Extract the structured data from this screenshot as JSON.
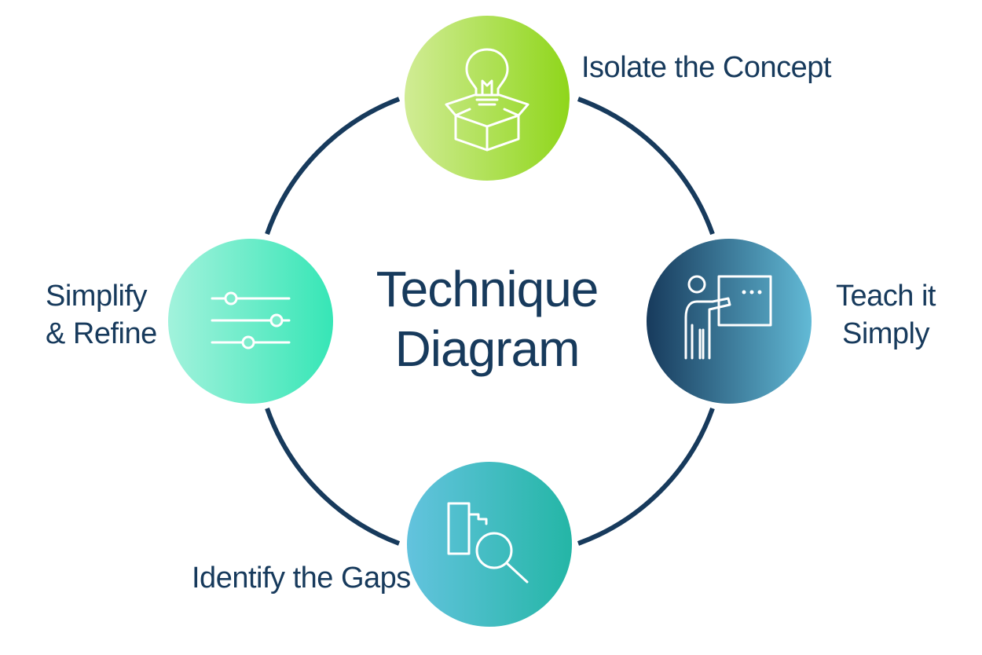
{
  "diagram": {
    "title_line1": "Technique",
    "title_line2": "Diagram",
    "steps": [
      {
        "label_line1": "Isolate the Concept",
        "label_line2": "",
        "icon": "lightbulb-box-icon"
      },
      {
        "label_line1": "Teach it",
        "label_line2": "Simply",
        "icon": "teacher-board-icon"
      },
      {
        "label_line1": "Identify the Gaps",
        "label_line2": "",
        "icon": "magnifier-chart-icon"
      },
      {
        "label_line1": "Simplify",
        "label_line2": "& Refine",
        "icon": "sliders-icon"
      }
    ],
    "colors": {
      "ring": "#173a5c",
      "text": "#173a5c",
      "step1_gradient": [
        "#d1ec95",
        "#8fd61b"
      ],
      "step2_gradient": [
        "#173a5c",
        "#62bad6"
      ],
      "step3_gradient": [
        "#63c3de",
        "#24b6a6"
      ],
      "step4_gradient": [
        "#a2f2dc",
        "#36e6b6"
      ]
    }
  }
}
